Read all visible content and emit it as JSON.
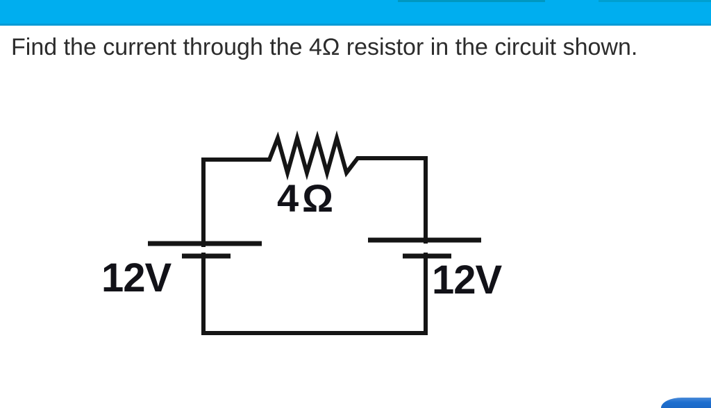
{
  "app": {
    "top_bar_color": "#00AEEF",
    "corner_button_color": "#1E6FCF",
    "ink_color": "#151515",
    "text_color": "#2C2C2C"
  },
  "question": {
    "text": "Find the current through the 4Ω resistor in the circuit shown."
  },
  "circuit": {
    "resistor": {
      "label": "4Ω",
      "resistance_ohms": 4
    },
    "battery_left": {
      "label": "12V",
      "voltage_volts": 12
    },
    "battery_right": {
      "label": "12V",
      "voltage_volts": 12
    }
  }
}
